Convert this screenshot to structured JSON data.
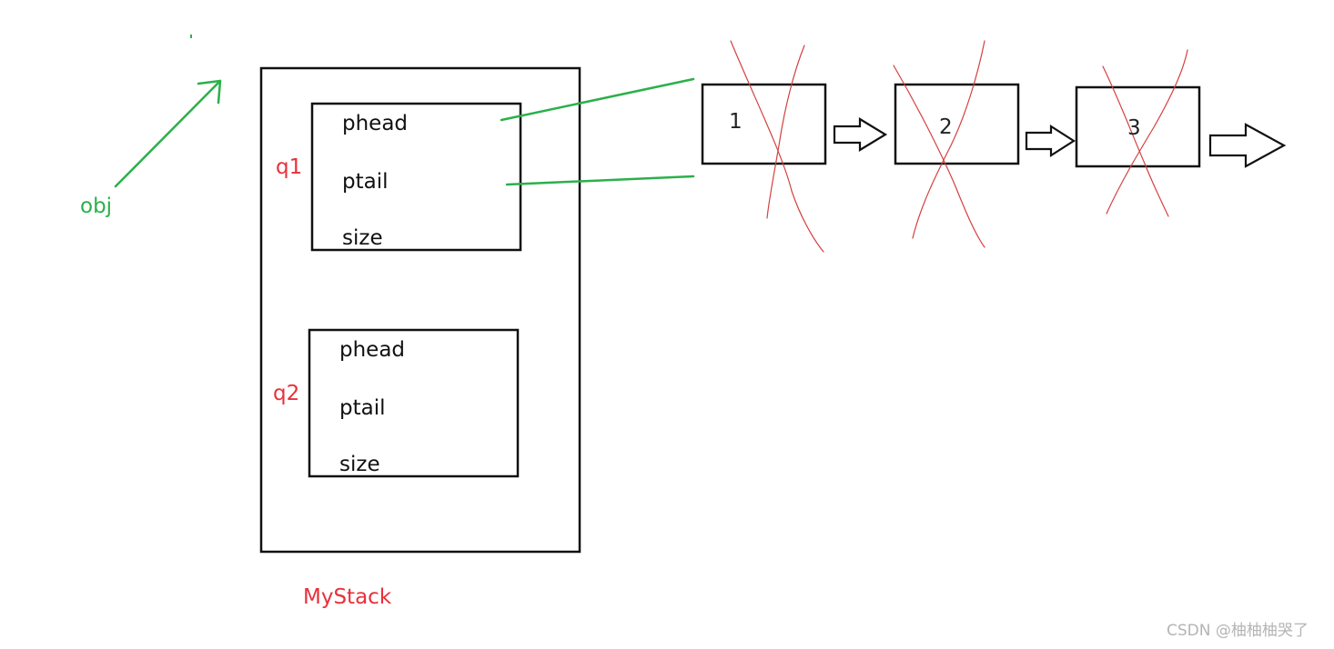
{
  "obj_label": "obj",
  "mystack": {
    "label": "MyStack",
    "q1": {
      "label": "q1",
      "fields": [
        "phead",
        "ptail",
        "size"
      ]
    },
    "q2": {
      "label": "q2",
      "fields": [
        "phead",
        "ptail",
        "size"
      ]
    }
  },
  "nodes": [
    {
      "value": "1",
      "crossed_out": true
    },
    {
      "value": "2",
      "crossed_out": true
    },
    {
      "value": "3",
      "crossed_out": true
    }
  ],
  "watermark": "CSDN @柚柚柚哭了",
  "colors": {
    "pointer": "#2bb04a",
    "label_red": "#e8303a",
    "cross": "#d44040",
    "box": "#111111"
  }
}
